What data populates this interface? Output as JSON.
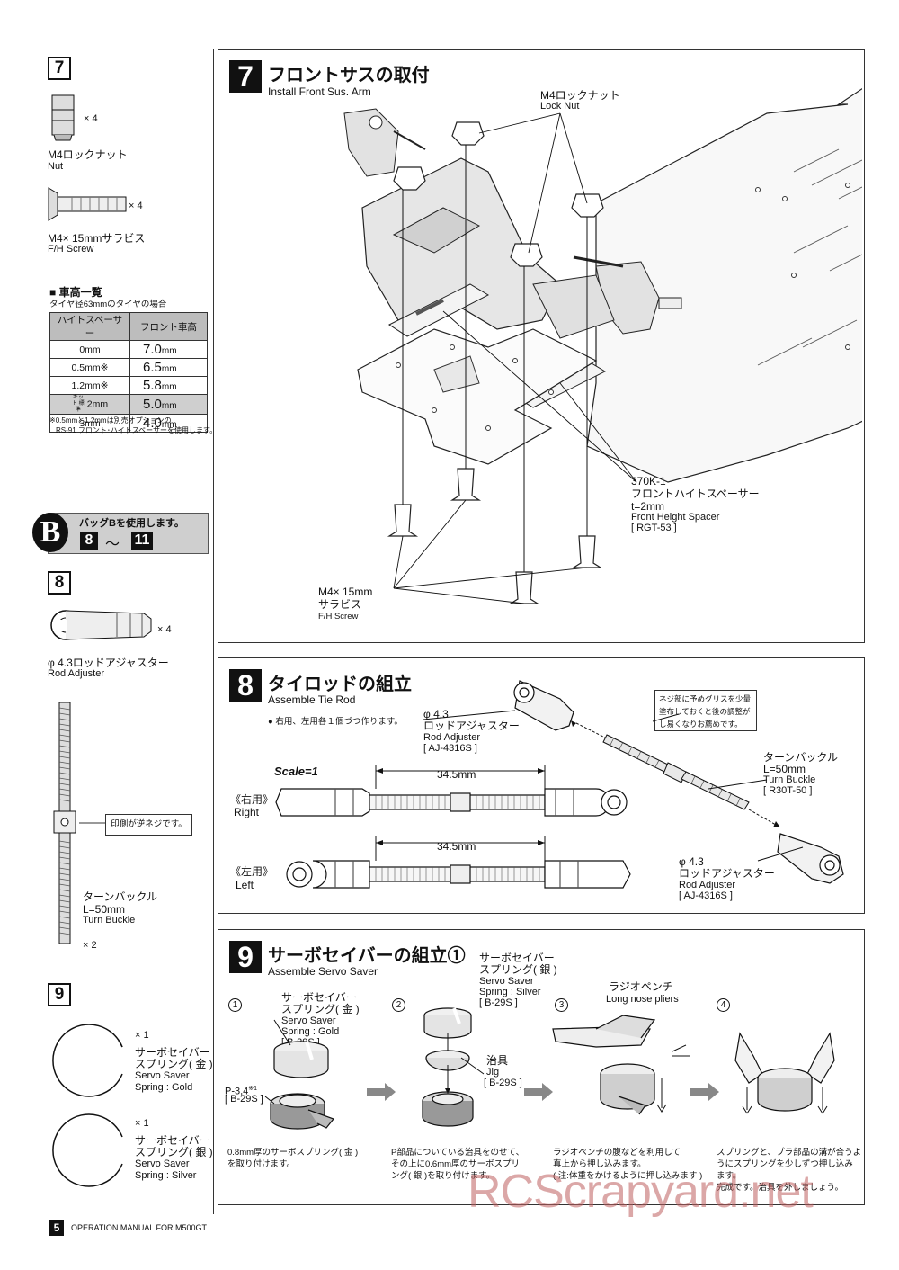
{
  "sidebar": {
    "s7": {
      "num": "7",
      "nut": {
        "qty": "× 4",
        "jp": "M4ロックナット",
        "en": "Nut"
      },
      "screw": {
        "qty": "× 4",
        "jp": "M4× 15mmサラビス",
        "en": "F/H Screw"
      }
    },
    "ride_height": {
      "title": "■ 車高一覧",
      "note_top": "タイヤ径63mmのタイヤの場合",
      "headers": [
        "ハイトスペーサー",
        "フロント車高"
      ],
      "rows": [
        {
          "spacer": "0mm",
          "val": "7.0",
          "unit": "mm"
        },
        {
          "spacer": "0.5mm※",
          "val": "6.5",
          "unit": "mm"
        },
        {
          "spacer": "1.2mm※",
          "val": "5.8",
          "unit": "mm"
        },
        {
          "spacer": "2mm",
          "kit": "キット 標準",
          "val": "5.0",
          "unit": "mm"
        },
        {
          "spacer": "3mm",
          "val": "4.0",
          "unit": "mm"
        }
      ],
      "note1": "※0.5mmと1.2mmは別売オプションの",
      "note2": "RS-91 フロント･ハイトスペーサーを使用します。"
    },
    "bag": {
      "letter": "B",
      "text": "バッグBを使用します。",
      "from": "8",
      "tilde": "〜",
      "to": "11"
    },
    "s8": {
      "num": "8",
      "adjuster": {
        "qty": "× 4",
        "jp": "φ 4.3ロッドアジャスター",
        "en": "Rod Adjuster"
      },
      "callout": "印側が逆ネジです。",
      "buckle": {
        "jp": "ターンバックル",
        "len": "L=50mm",
        "en": "Turn Buckle",
        "qty": "× 2"
      }
    },
    "s9": {
      "num": "9",
      "gold": {
        "qty": "× 1",
        "jp1": "サーボセイバー",
        "jp2": "スプリング( 金 )",
        "en1": "Servo Saver",
        "en2": "Spring : Gold"
      },
      "silver": {
        "qty": "× 1",
        "jp1": "サーボセイバー",
        "jp2": "スプリング( 銀 )",
        "en1": "Servo Saver",
        "en2": "Spring : Silver"
      }
    }
  },
  "step7": {
    "num": "7",
    "title": "フロントサスの取付",
    "subtitle": "Install Front Sus. Arm",
    "locknut": {
      "jp": "M4ロックナット",
      "en": "Lock Nut"
    },
    "spacer": {
      "code": "370K-1",
      "jp": "フロントハイトスペーサー",
      "t": "t=2mm",
      "en": "Front Height Spacer",
      "part": "[ RGT-53 ]"
    },
    "screw": {
      "size": "M4× 15mm",
      "jp": "サラビス",
      "en": "F/H Screw"
    }
  },
  "step8": {
    "num": "8",
    "title": "タイロッドの組立",
    "subtitle": "Assemble Tie Rod",
    "note": "● 右用、左用各１個づつ作ります。",
    "adjuster_top": {
      "size": "φ 4.3",
      "jp": "ロッドアジャスター",
      "en": "Rod Adjuster",
      "part": "[ AJ-4316S ]"
    },
    "grease_note": "ネジ部に予めグリスを少量塗布しておくと後の調整が し易くなりお薦めです。",
    "buckle": {
      "jp": "ターンバックル",
      "len": "L=50mm",
      "en": "Turn Buckle",
      "part": "[ R30T-50 ]"
    },
    "adjuster_bottom": {
      "size": "φ 4.3",
      "jp": "ロッドアジャスター",
      "en": "Rod Adjuster",
      "part": "[ AJ-4316S ]"
    },
    "scale": "Scale=1",
    "right": {
      "jp": "《右用》",
      "en": "Right",
      "dim": "34.5mm"
    },
    "left": {
      "jp": "《左用》",
      "en": "Left",
      "dim": "34.5mm"
    }
  },
  "step9": {
    "num": "9",
    "title": "サーボセイバーの組立①",
    "subtitle": "Assemble Servo Saver",
    "sub1": {
      "n": "1",
      "jp1": "サーボセイバー",
      "jp2": "スプリング( 金 )",
      "en1": "Servo Saver",
      "en2": "Spring : Gold",
      "part": "[ B-29S ]",
      "p_label": "P-3,4",
      "p_mark": "※1",
      "p_part": "[ B-29S ]",
      "desc1": "0.8mm厚のサーボスプリング( 金 )",
      "desc2": "を取り付けます。"
    },
    "sub2": {
      "n": "2",
      "jp1": "サーボセイバー",
      "jp2": "スプリング( 銀 )",
      "en1": "Servo Saver",
      "en2": "Spring : Silver",
      "part": "[ B-29S ]",
      "jig_jp": "治具",
      "jig_en": "Jig",
      "jig_part": "[ B-29S ]",
      "desc1": "P部品についている治具をのせて、",
      "desc2": "その上に0.6mm厚のサーボスプリ",
      "desc3": "ング( 銀 )を取り付けます。"
    },
    "sub3": {
      "n": "3",
      "jp": "ラジオペンチ",
      "en": "Long nose pliers",
      "desc1": "ラジオペンチの腹などを利用して",
      "desc2": "真上から押し込みます。",
      "desc3": "( 注:体重をかけるように押し込みます )"
    },
    "sub4": {
      "n": "4",
      "desc1": "スプリングと、プラ部品の溝が合うよ",
      "desc2": "うにスプリングを少しずつ押し込み",
      "desc3": "ます。",
      "desc4": "完成です。治具を外しましょう。"
    }
  },
  "footer": {
    "page": "5",
    "manual": "OPERATION MANUAL FOR M500GT"
  },
  "watermark": "RCScrapyard.net"
}
